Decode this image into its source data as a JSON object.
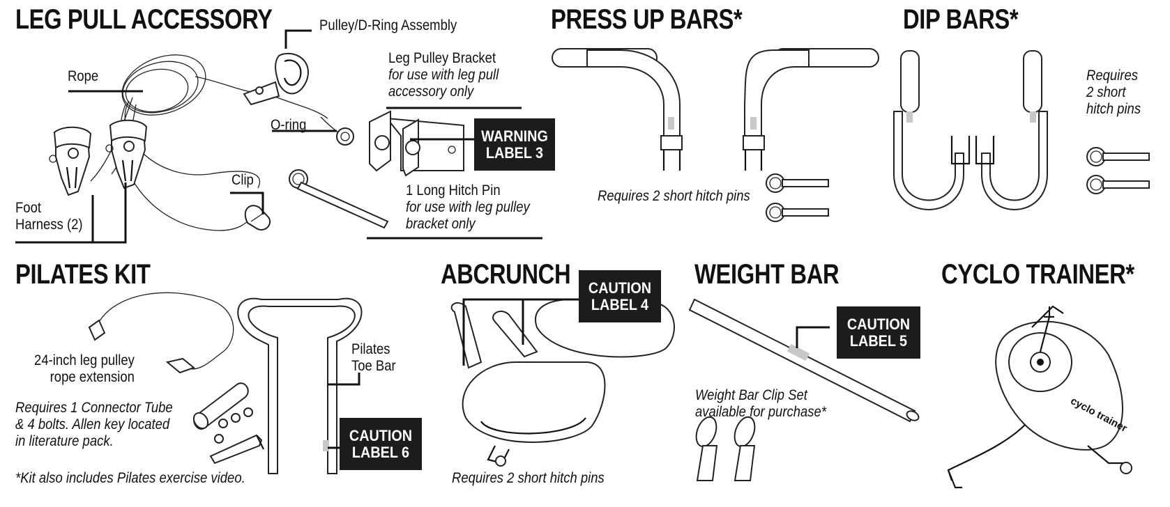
{
  "sections": {
    "leg_pull": {
      "title": "LEG PULL ACCESSORY",
      "pulley": "Pulley/D-Ring Assembly",
      "rope": "Rope",
      "bracket": "Leg Pulley Bracket",
      "bracket_note_1": "for use with leg pull",
      "bracket_note_2": "accessory only",
      "oring": "O-ring",
      "warning_1": "WARNING",
      "warning_2": "LABEL 3",
      "clip": "Clip",
      "hitch": "1 Long Hitch Pin",
      "hitch_note_1": "for use with leg pulley",
      "hitch_note_2": "bracket only",
      "foot_1": "Foot",
      "foot_2": "Harness (2)"
    },
    "press_up": {
      "title": "PRESS UP BARS*",
      "note": "Requires 2 short hitch pins"
    },
    "dip": {
      "title": "DIP BARS*",
      "note_1": "Requires",
      "note_2": "2 short",
      "note_3": "hitch pins"
    },
    "pilates": {
      "title": "PILATES KIT",
      "rope_ext_1": "24-inch leg pulley",
      "rope_ext_2": "rope extension",
      "toe_1": "Pilates",
      "toe_2": "Toe Bar",
      "req_1": "Requires 1 Connector Tube",
      "req_2": "& 4 bolts. Allen key located",
      "req_3": "in literature pack.",
      "footnote": "*Kit also includes Pilates exercise video.",
      "caution_1": "CAUTION",
      "caution_2": "LABEL 6"
    },
    "abcrunch": {
      "title": "ABCRUNCH",
      "caution_1": "CAUTION",
      "caution_2": "LABEL 4",
      "note": "Requires 2 short hitch pins"
    },
    "weight_bar": {
      "title": "WEIGHT BAR",
      "caution_1": "CAUTION",
      "caution_2": "LABEL 5",
      "note_1": "Weight Bar Clip Set",
      "note_2": "available for purchase*"
    },
    "cyclo": {
      "title": "CYCLO TRAINER*",
      "logo_1": "cyclo",
      "logo_2": "trainer"
    }
  },
  "colors": {
    "ink": "#111111",
    "label_box": "#1c1c1c",
    "label_text": "#ffffff",
    "marker": "#c8c8c8"
  }
}
